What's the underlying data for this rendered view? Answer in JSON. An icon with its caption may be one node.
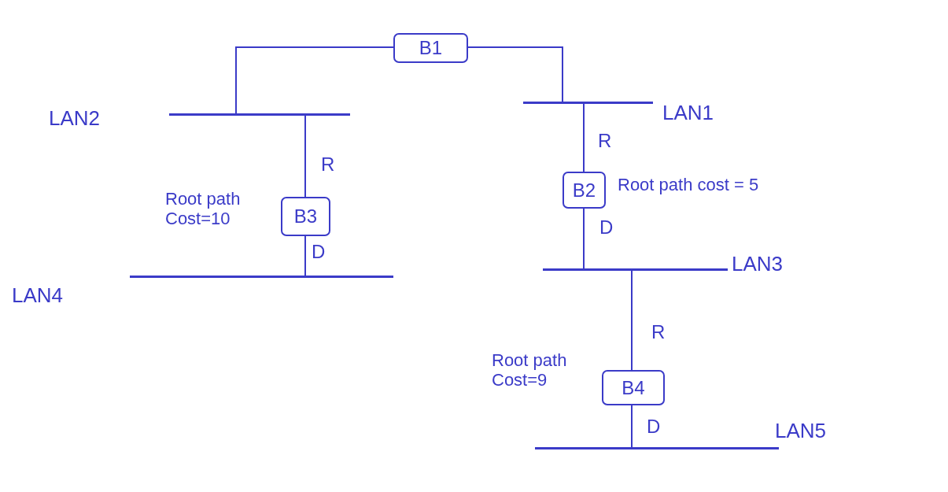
{
  "diagram": {
    "nodes": [
      {
        "text": [
          "B1"
        ]
      },
      {
        "text": [],
        "shape": "bar",
        "beside": [
          "LAN2"
        ]
      },
      {
        "text": [],
        "shape": "bar",
        "beside": [
          "LAN1"
        ]
      },
      {
        "text": [
          "B3"
        ],
        "beside": [
          "Root path Cost=10"
        ]
      },
      {
        "text": [
          "B2"
        ],
        "beside": [
          "Root path cost = 5"
        ]
      },
      {
        "text": [],
        "shape": "bar",
        "beside": [
          "LAN3"
        ]
      },
      {
        "text": [],
        "shape": "bar",
        "beside": [
          "LAN4"
        ]
      },
      {
        "text": [
          "B4"
        ],
        "beside": [
          "Root path Cost=9"
        ]
      },
      {
        "text": [],
        "shape": "bar",
        "beside": [
          "LAN5"
        ]
      }
    ],
    "edges": [
      {
        "from": 0,
        "to": 1,
        "arrow": "none"
      },
      {
        "from": 0,
        "to": 2,
        "arrow": "none"
      },
      {
        "from": 1,
        "to": 3,
        "arrow": "none",
        "label": "R"
      },
      {
        "from": 3,
        "to": 6,
        "arrow": "none",
        "label": "D"
      },
      {
        "from": 2,
        "to": 4,
        "arrow": "none",
        "label": "R"
      },
      {
        "from": 4,
        "to": 5,
        "arrow": "none",
        "label": "D"
      },
      {
        "from": 5,
        "to": 7,
        "arrow": "none",
        "label": "R"
      },
      {
        "from": 7,
        "to": 8,
        "arrow": "none",
        "label": "D"
      }
    ]
  }
}
